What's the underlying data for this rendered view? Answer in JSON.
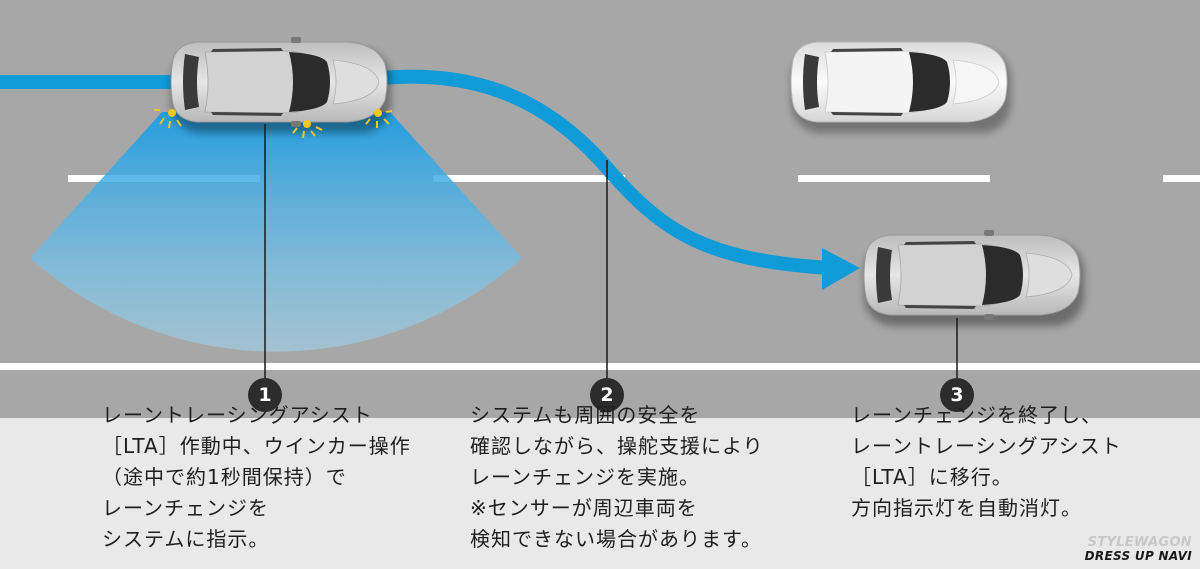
{
  "steps": [
    {
      "number": "1",
      "lines": [
        "レーントレーシングアシスト",
        "［LTA］作動中、ウインカー操作",
        "（途中で約1秒間保持）で",
        "レーンチェンジを",
        "システムに指示。"
      ]
    },
    {
      "number": "2",
      "lines": [
        "システムも周囲の安全を",
        "確認しながら、操舵支援により",
        "レーンチェンジを実施。",
        "※センサーが周辺車両を",
        "検知できない場合があります。"
      ]
    },
    {
      "number": "3",
      "lines": [
        "レーンチェンジを終了し、",
        "レーントレーシングアシスト",
        "［LTA］に移行。",
        "方向指示灯を自動消灯。"
      ]
    }
  ],
  "watermark": {
    "text": "DRESS UP NAVI",
    "ghost": "STYLEWAGON"
  },
  "colors": {
    "road": "#a7a7a7",
    "panel": "#e9e9e9",
    "path": "#0f9ad8",
    "sensor": "#4fb8ea",
    "lane_line": "#ffffff",
    "car_body": "#d6d6d6",
    "car_body_white": "#f2f2f2",
    "glass": "#2b2b2b",
    "blinker": "#f2c81a"
  }
}
